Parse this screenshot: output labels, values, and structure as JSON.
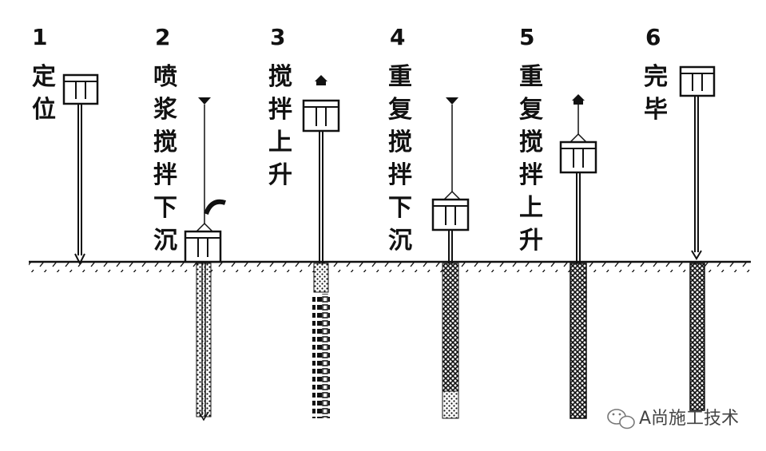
{
  "steps": [
    {
      "number": "1",
      "label": "定位"
    },
    {
      "number": "2",
      "label": "喷浆搅拌下沉"
    },
    {
      "number": "3",
      "label": "搅拌上升"
    },
    {
      "number": "4",
      "label": "重复搅拌下沉"
    },
    {
      "number": "5",
      "label": "重复搅拌上升"
    },
    {
      "number": "6",
      "label": "完毕"
    }
  ],
  "watermark": {
    "text": "A尚施工技术"
  }
}
